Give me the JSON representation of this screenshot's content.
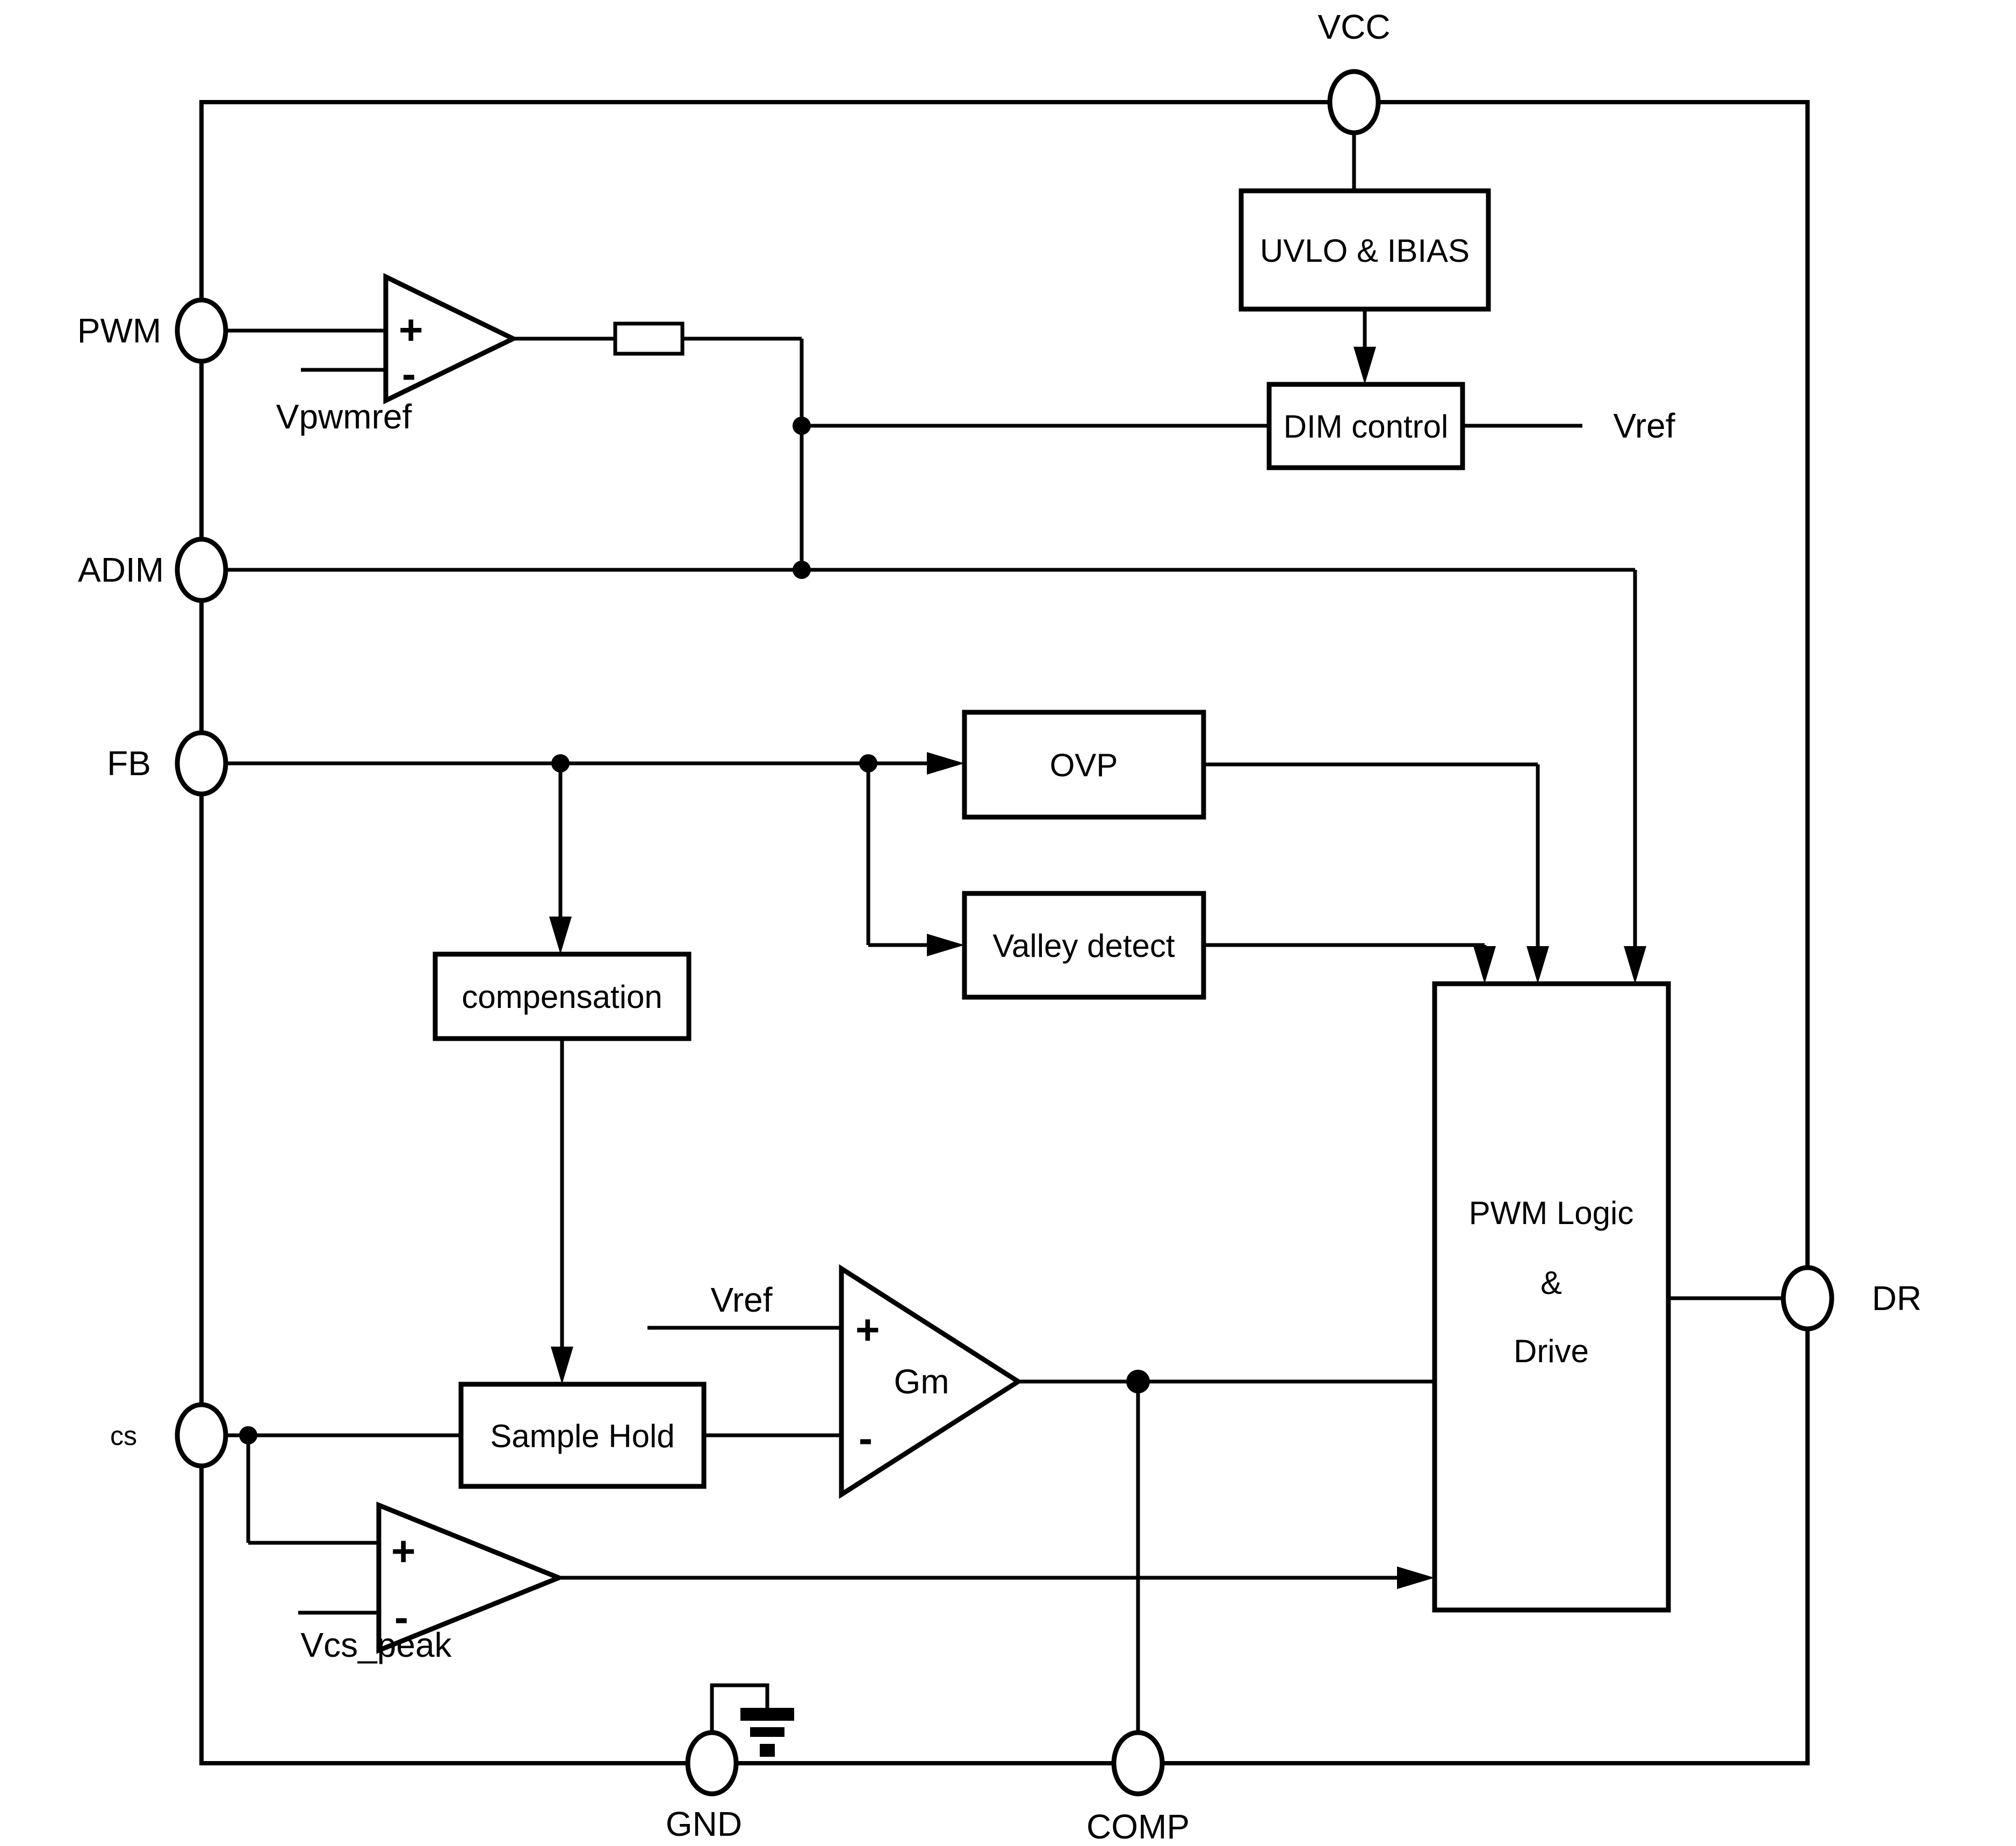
{
  "diagram": {
    "pins": {
      "vcc": "VCC",
      "pwm": "PWM",
      "adim": "ADIM",
      "fb": "FB",
      "cs": "cs",
      "gnd": "GND",
      "comp": "COMP",
      "dr": "DR"
    },
    "blocks": {
      "uvlo": "UVLO & IBIAS",
      "dim_control": "DIM control",
      "ovp": "OVP",
      "valley_detect": "Valley detect",
      "compensation": "compensation",
      "sample_hold": "Sample Hold",
      "pwm_logic_line1": "PWM Logic",
      "pwm_logic_line2": "&",
      "pwm_logic_line3": "Drive"
    },
    "amplifiers": {
      "gm": "Gm",
      "plus": "+",
      "minus": "-"
    },
    "references": {
      "vpwmref": "Vpwmref",
      "vref_in": "Vref",
      "vcs_peak": "Vcs_peak",
      "vref_out": "Vref"
    },
    "colors": {
      "line": "#000000",
      "background": "#ffffff"
    }
  }
}
